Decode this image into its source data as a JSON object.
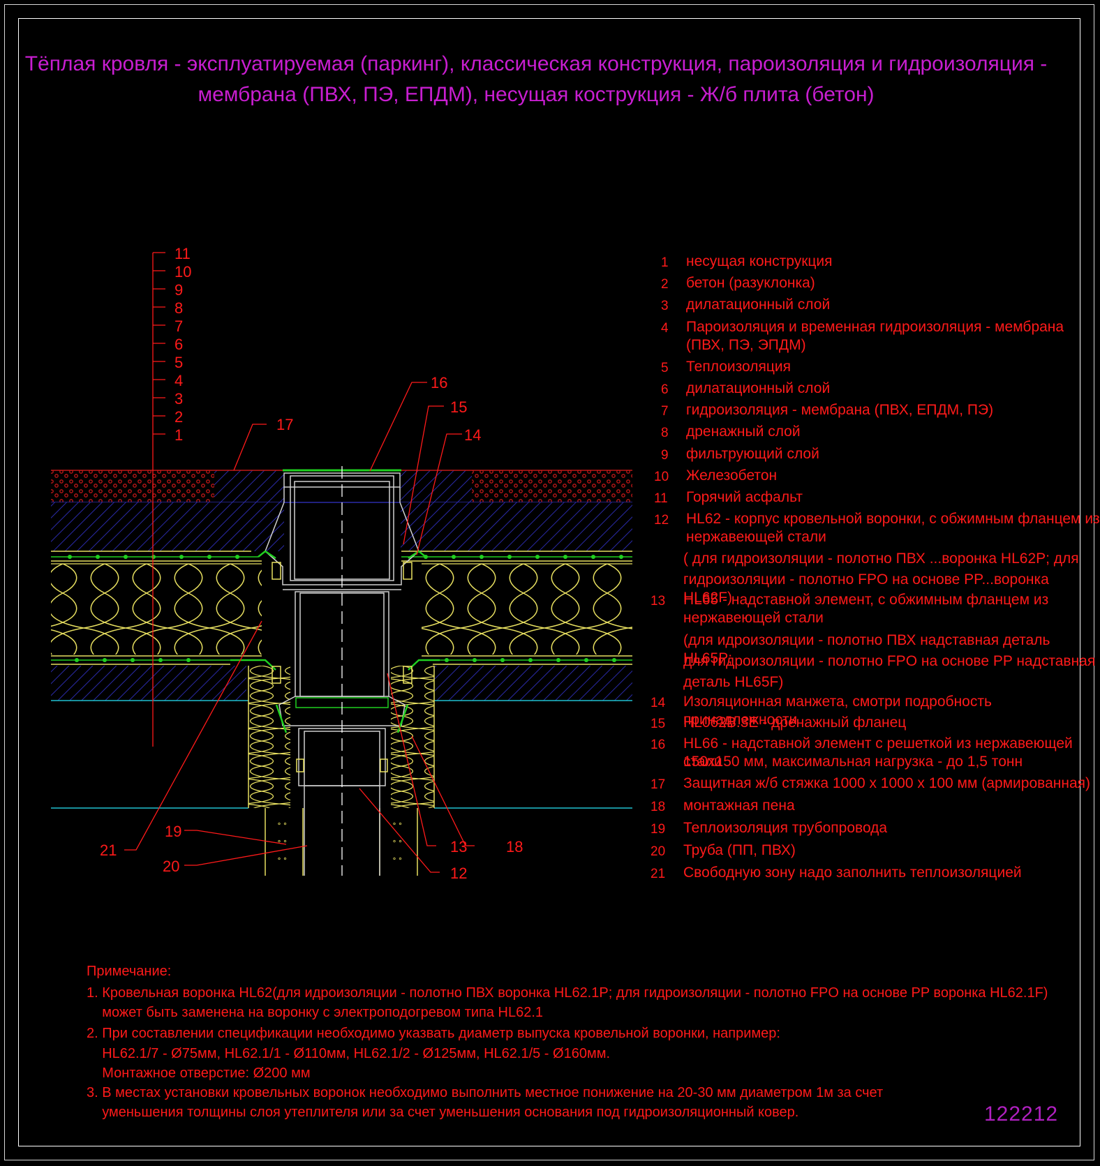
{
  "title": {
    "line1": "Тёплая кровля - эксплуатируемая (паркинг), классическая конструкция, пароизоляция и гидроизоляция -",
    "line2": "мембрана (ПВХ, ПЭ, ЕПДМ), несущая кострукция - Ж/б плита (бетон)"
  },
  "layer_scale": [
    "11",
    "10",
    "9",
    "8",
    "7",
    "6",
    "5",
    "4",
    "3",
    "2",
    "1"
  ],
  "callouts": [
    "16",
    "15",
    "14",
    "17",
    "13",
    "18",
    "12",
    "19",
    "20",
    "21"
  ],
  "legend": [
    {
      "num": "1",
      "text": "несущая конструкция"
    },
    {
      "num": "2",
      "text": "бетон (разуклонка)"
    },
    {
      "num": "3",
      "text": "дилатационный слой"
    },
    {
      "num": "4",
      "text": "Пароизоляция и временная гидроизоляция - мембрана"
    },
    {
      "num": "",
      "text": "(ПВХ, ПЭ, ЭПДМ)"
    },
    {
      "num": "5",
      "text": "Теплоизоляция"
    },
    {
      "num": "6",
      "text": "дилатационный слой"
    },
    {
      "num": "7",
      "text": "гидроизоляция - мембрана (ПВХ, ЕПДМ, ПЭ)"
    },
    {
      "num": "8",
      "text": "дренажный   слой"
    },
    {
      "num": "9",
      "text": "фильтрующий слой"
    },
    {
      "num": "10",
      "text": "Железобетон"
    },
    {
      "num": "11",
      "text": "Горячий асфальт"
    },
    {
      "num": "12",
      "text": "HL62 - корпус кровельной воронки, с обжимным фланцем из"
    },
    {
      "num": "",
      "text": "нержавеющей стали"
    },
    {
      "num": "",
      "text": "( для гидроизоляции - полотно ПВХ ...воронка HL62P; для"
    },
    {
      "num": "",
      "text": "гидроизоляции -  полотно FPO на основе PP...воронка HL62F)"
    },
    {
      "num": "13",
      "text": "HL65 - надставной элемент, с обжимным фланцем из"
    },
    {
      "num": "",
      "text": "нержавеющей стали"
    },
    {
      "num": "",
      "text": "(для идроизоляции - полотно ПВХ надставная деталь HL65P;"
    },
    {
      "num": "",
      "text": "для гидроизоляции -  полотно FPO на основе PP надставная"
    },
    {
      "num": "",
      "text": "деталь HL65F)"
    },
    {
      "num": "14",
      "text": "Изоляционная  манжета, смотри подробность принадлежности"
    },
    {
      "num": "15",
      "text": "HL062B.3E - дренажный фланец"
    },
    {
      "num": "16",
      "text": "HL66 - надставной элемент с решеткой из нержавеющей стали"
    },
    {
      "num": "",
      "text": "150x150 мм, максимальная нагрузка - до 1,5 тонн"
    },
    {
      "num": "17",
      "text": "Защитная ж/б стяжка 1000 х 1000 х 100 мм (армированная)"
    },
    {
      "num": "18",
      "text": "монтажная пена"
    },
    {
      "num": "19",
      "text": "Теплоизоляция трубопровода"
    },
    {
      "num": "20",
      "text": "Труба (ПП, ПВХ)"
    },
    {
      "num": "21",
      "text": "Свободную зону надо заполнить теплоизоляцией"
    }
  ],
  "notes": [
    "Примечание:",
    "1. Кровельная воронка HL62(для идроизоляции - полотно ПВХ воронка HL62.1P; для гидроизоляции -  полотно FPO на основе PP воронка HL62.1F)",
    "    может быть заменена на воронку с электроподогревом типа HL62.1",
    "2. При составлении спецификации необходимо указвать диаметр выпуска кровельной воронки, например:",
    "    HL62.1/7 - Ø75мм, HL62.1/1 - Ø110мм, HL62.1/2 - Ø125мм, HL62.1/5 - Ø160мм.",
    "    Монтажное отверстие: Ø200 мм",
    "3. В местах установки кровельных воронок необходимо выполнить местное понижение на 20-30 мм диаметром 1м за счет",
    "    уменьшения толщины слоя утеплителя или за счет уменьшения основания под гидроизоляционный ковер."
  ],
  "drawing_code": "122212",
  "colors": {
    "title": "#c81ed0",
    "text": "#ff1a1a",
    "hatch": "#2a2aa8",
    "insulation": "#e8e060",
    "membrane": "#20d020",
    "cyan": "#20c0d0"
  }
}
